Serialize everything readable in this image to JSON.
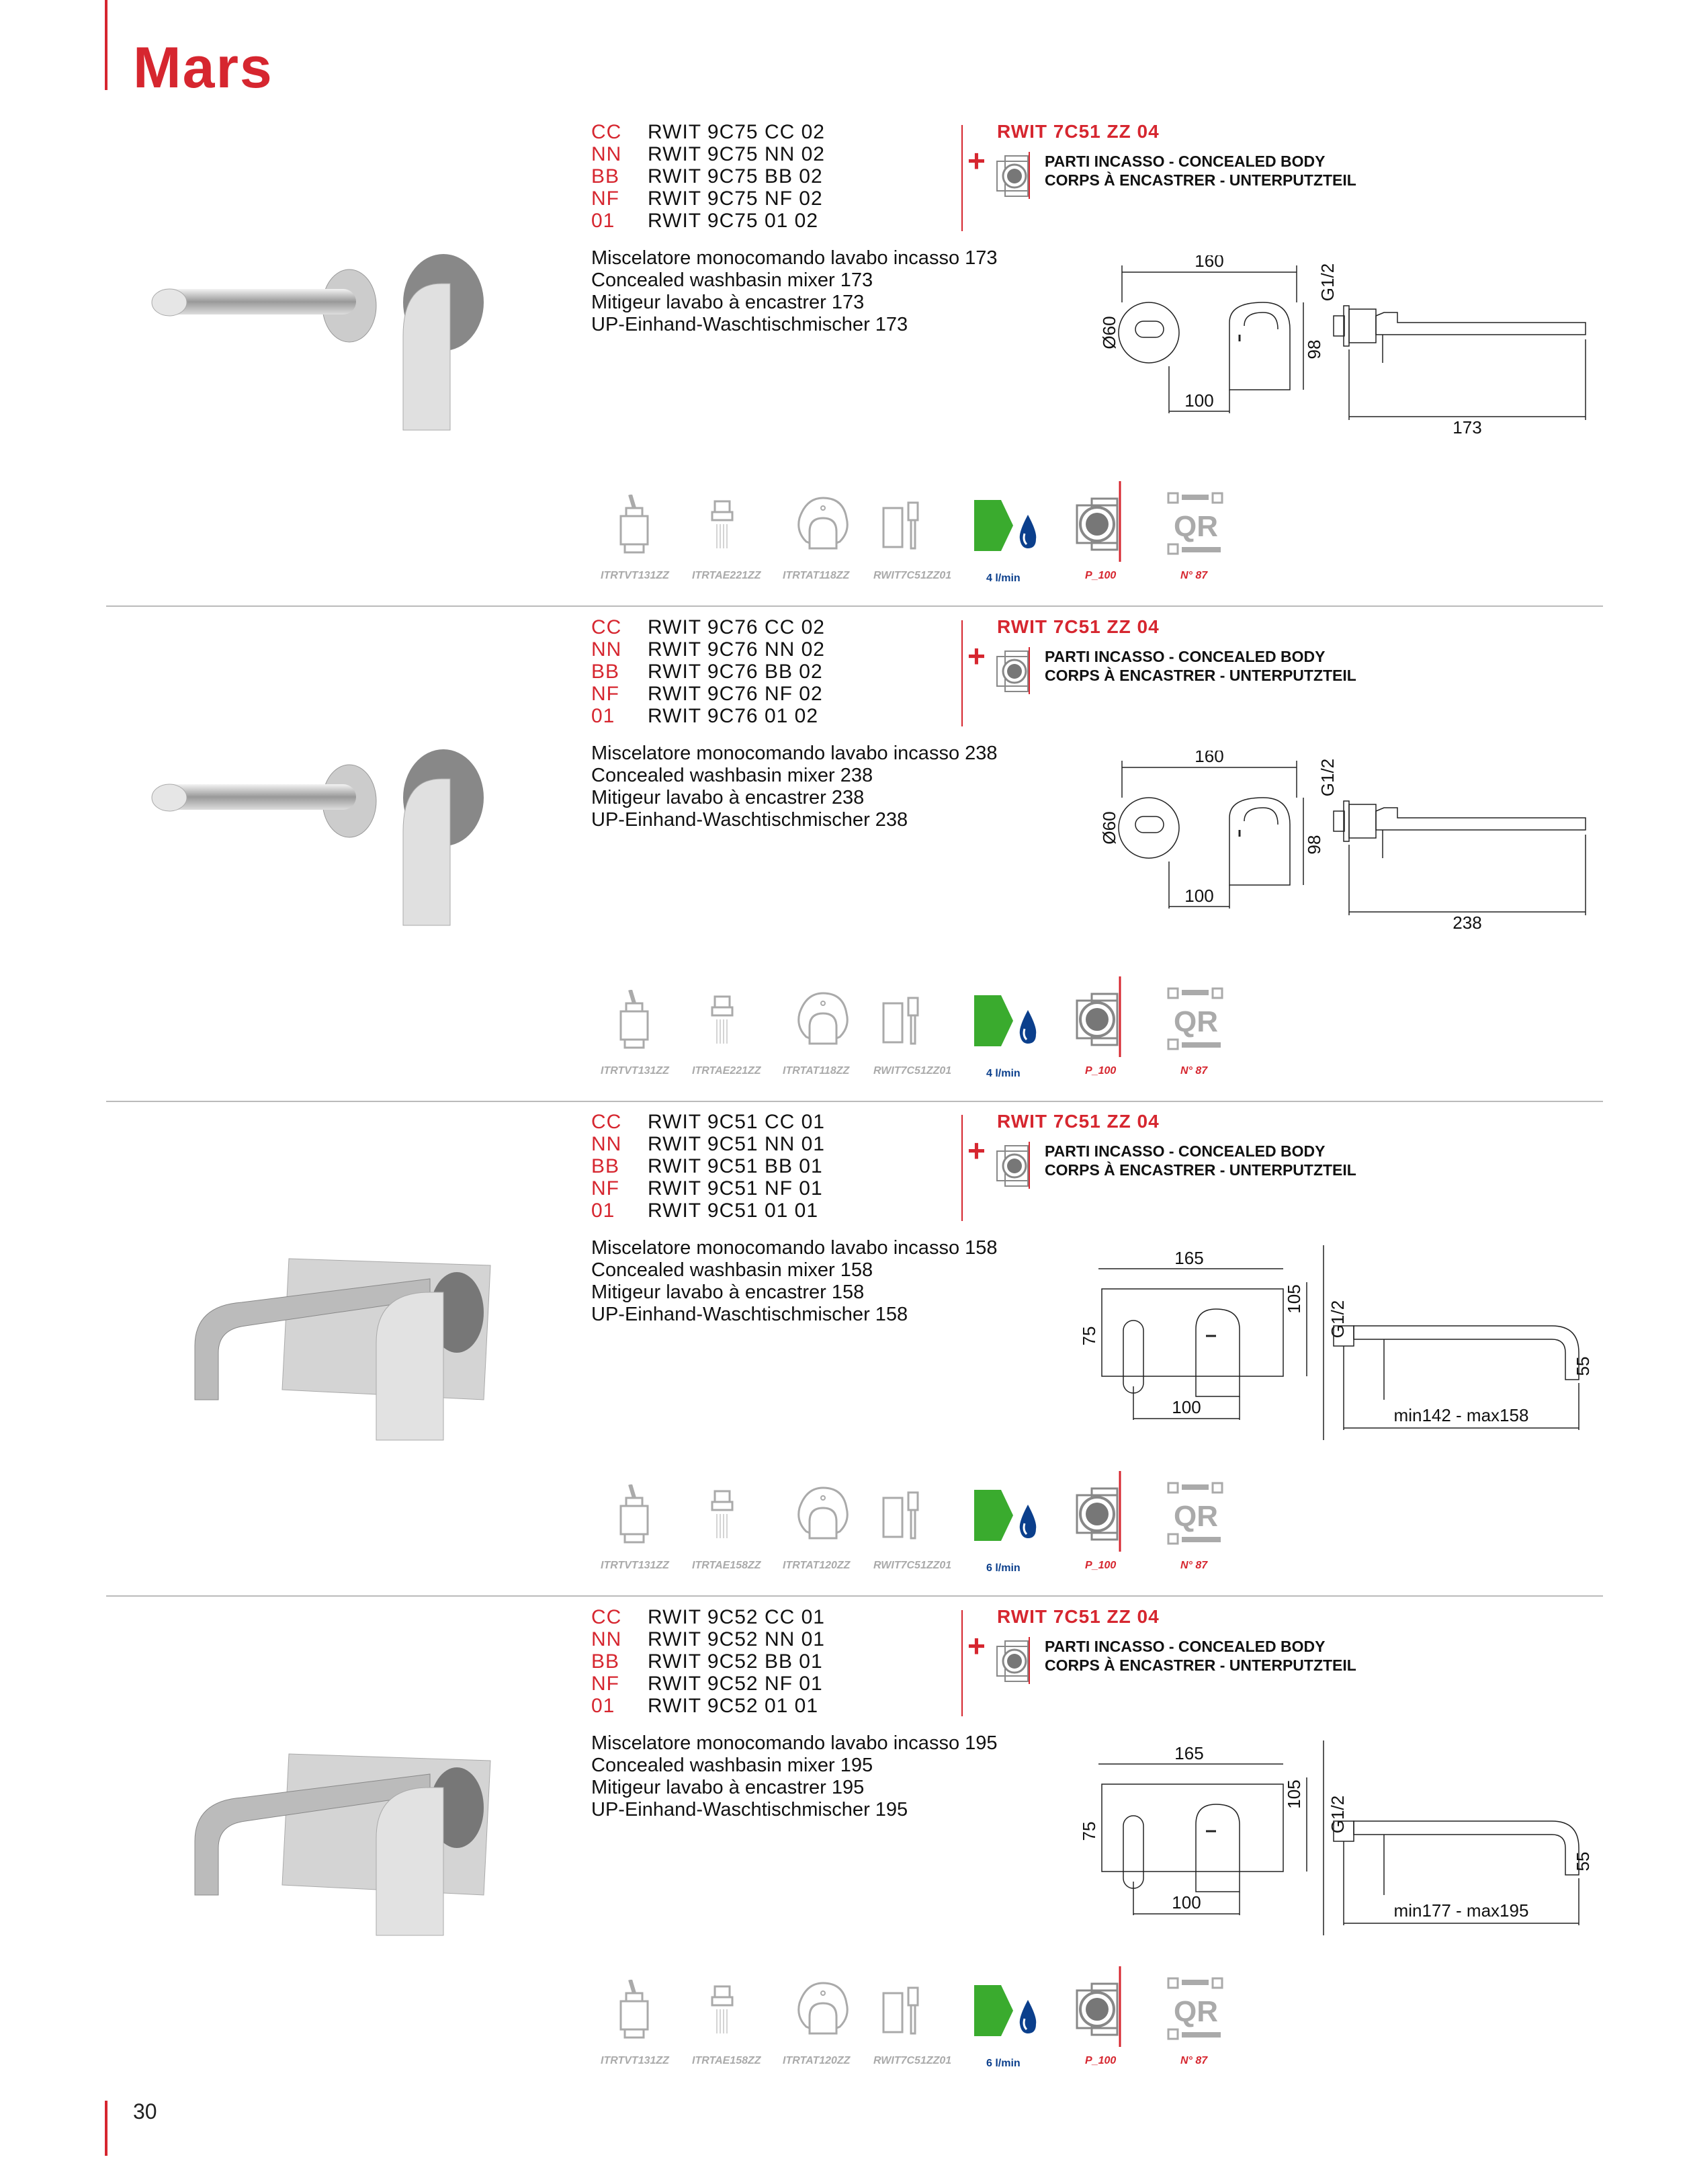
{
  "page": {
    "title": "Mars",
    "page_number": "30"
  },
  "colors": {
    "accent": "#d6262f",
    "green": "#3aab2e",
    "blue": "#0b3f8c",
    "gray": "#aaaaaa"
  },
  "accessory": {
    "code": "RWIT 7C51 ZZ 04",
    "line1": "PARTI INCASSO - CONCEALED BODY",
    "line2": "CORPS À ENCASTRER - UNTERPUTZTEIL"
  },
  "products": [
    {
      "codes": [
        {
          "finish": "CC",
          "code": "RWIT 9C75 CC 02"
        },
        {
          "finish": "NN",
          "code": "RWIT 9C75 NN 02"
        },
        {
          "finish": "BB",
          "code": "RWIT 9C75 BB 02"
        },
        {
          "finish": "NF",
          "code": "RWIT 9C75 NF 02"
        },
        {
          "finish": "01",
          "code": "RWIT 9C75 01 02"
        }
      ],
      "description": [
        "Miscelatore monocomando lavabo incasso 173",
        "Concealed washbasin mixer 173",
        "Mitigeur lavabo à encastrer 173",
        "UP-Einhand-Waschtischmischer 173"
      ],
      "drawing": {
        "type": "round",
        "width": "160",
        "diameter": "Ø60",
        "thread": "G1/2",
        "height": "98",
        "spacing": "100",
        "length": "173"
      },
      "accessories": [
        "ITRTVT131ZZ",
        "ITRTAE221ZZ",
        "ITRTAT118ZZ",
        "RWIT7C51ZZ01"
      ],
      "flow": "4 l/min",
      "pressure": "P_100",
      "qr": "N° 87"
    },
    {
      "codes": [
        {
          "finish": "CC",
          "code": "RWIT 9C76 CC 02"
        },
        {
          "finish": "NN",
          "code": "RWIT 9C76 NN 02"
        },
        {
          "finish": "BB",
          "code": "RWIT 9C76 BB 02"
        },
        {
          "finish": "NF",
          "code": "RWIT 9C76 NF 02"
        },
        {
          "finish": "01",
          "code": "RWIT 9C76 01 02"
        }
      ],
      "description": [
        "Miscelatore monocomando lavabo incasso 238",
        "Concealed washbasin mixer 238",
        "Mitigeur lavabo à encastrer 238",
        "UP-Einhand-Waschtischmischer 238"
      ],
      "drawing": {
        "type": "round",
        "width": "160",
        "diameter": "Ø60",
        "thread": "G1/2",
        "height": "98",
        "spacing": "100",
        "length": "238"
      },
      "accessories": [
        "ITRTVT131ZZ",
        "ITRTAE221ZZ",
        "ITRTAT118ZZ",
        "RWIT7C51ZZ01"
      ],
      "flow": "4 l/min",
      "pressure": "P_100",
      "qr": "N° 87"
    },
    {
      "codes": [
        {
          "finish": "CC",
          "code": "RWIT 9C51 CC 01"
        },
        {
          "finish": "NN",
          "code": "RWIT 9C51 NN 01"
        },
        {
          "finish": "BB",
          "code": "RWIT 9C51 BB 01"
        },
        {
          "finish": "NF",
          "code": "RWIT 9C51 NF 01"
        },
        {
          "finish": "01",
          "code": "RWIT 9C51 01 01"
        }
      ],
      "description": [
        "Miscelatore monocomando lavabo incasso 158",
        "Concealed washbasin mixer 158",
        "Mitigeur lavabo à encastrer 158",
        "UP-Einhand-Waschtischmischer 158"
      ],
      "drawing": {
        "type": "plate",
        "width": "165",
        "thread": "G1/2",
        "height": "105",
        "plate_height": "75",
        "spacing": "100",
        "drop": "55",
        "length": "min142 - max158"
      },
      "accessories": [
        "ITRTVT131ZZ",
        "ITRTAE158ZZ",
        "ITRTAT120ZZ",
        "RWIT7C51ZZ01"
      ],
      "flow": "6 l/min",
      "pressure": "P_100",
      "qr": "N° 87"
    },
    {
      "codes": [
        {
          "finish": "CC",
          "code": "RWIT 9C52 CC 01"
        },
        {
          "finish": "NN",
          "code": "RWIT 9C52 NN 01"
        },
        {
          "finish": "BB",
          "code": "RWIT 9C52 BB 01"
        },
        {
          "finish": "NF",
          "code": "RWIT 9C52 NF 01"
        },
        {
          "finish": "01",
          "code": "RWIT 9C52 01 01"
        }
      ],
      "description": [
        "Miscelatore monocomando lavabo incasso 195",
        "Concealed washbasin mixer 195",
        "Mitigeur lavabo à encastrer 195",
        "UP-Einhand-Waschtischmischer 195"
      ],
      "drawing": {
        "type": "plate",
        "width": "165",
        "thread": "G1/2",
        "height": "105",
        "plate_height": "75",
        "spacing": "100",
        "drop": "55",
        "length": "min177 - max195"
      },
      "accessories": [
        "ITRTVT131ZZ",
        "ITRTAE158ZZ",
        "ITRTAT120ZZ",
        "RWIT7C51ZZ01"
      ],
      "flow": "6 l/min",
      "pressure": "P_100",
      "qr": "N° 87"
    }
  ]
}
